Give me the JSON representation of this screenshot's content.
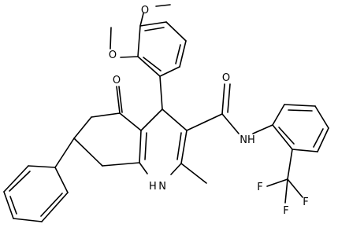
{
  "atoms": {
    "o_methoxy_top": "O",
    "o_methoxy_left": "O",
    "o_ketone": "O",
    "o_amide": "O",
    "n_amide": "NH",
    "n_ring": "H N",
    "f_1": "F",
    "f_2": "F",
    "f_3": "F"
  }
}
